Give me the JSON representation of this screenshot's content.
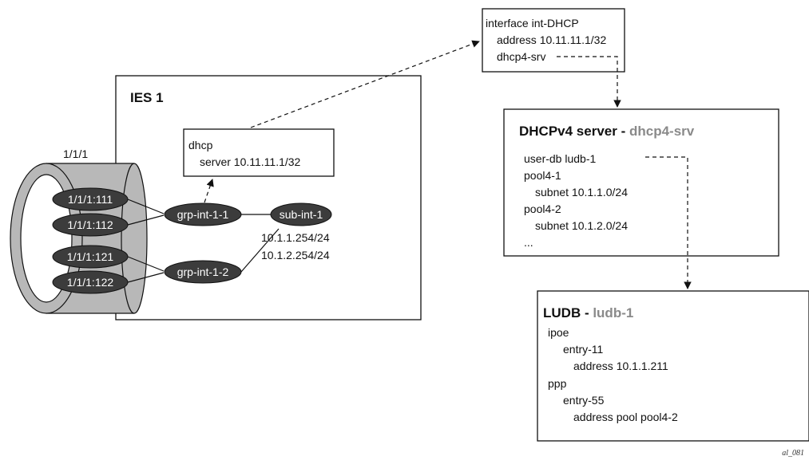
{
  "port": {
    "label": "1/1/1",
    "saps": [
      "1/1/1:111",
      "1/1/1:112",
      "1/1/1:121",
      "1/1/1:122"
    ]
  },
  "ies": {
    "title": "IES 1",
    "dhcp_box": {
      "line1": "dhcp",
      "line2": "server 10.11.11.1/32"
    },
    "group_interfaces": [
      "grp-int-1-1",
      "grp-int-1-2"
    ],
    "sub_interface": "sub-int-1",
    "sub_addresses": [
      "10.1.1.254/24",
      "10.1.2.254/24"
    ]
  },
  "interface_box": {
    "line1": "interface int-DHCP",
    "line2": "address 10.11.11.1/32",
    "line3": "dhcp4-srv"
  },
  "dhcp_server": {
    "title_prefix": "DHCPv4 server - ",
    "title_name": "dhcp4-srv",
    "lines": [
      "user-db ludb-1",
      "pool4-1",
      "subnet 10.1.1.0/24",
      "pool4-2",
      "subnet 10.1.2.0/24",
      "..."
    ]
  },
  "ludb": {
    "title_prefix": "LUDB - ",
    "title_name": "ludb-1",
    "lines": [
      "ipoe",
      "entry-11",
      "address 10.1.1.211",
      "ppp",
      "entry-55",
      "address pool pool4-2"
    ]
  },
  "figure_id": "al_081",
  "colors": {
    "accent_gray": "#8a8a8a",
    "node_fill": "#3c3c3c",
    "cylinder_gray": "#b8b8b8"
  }
}
